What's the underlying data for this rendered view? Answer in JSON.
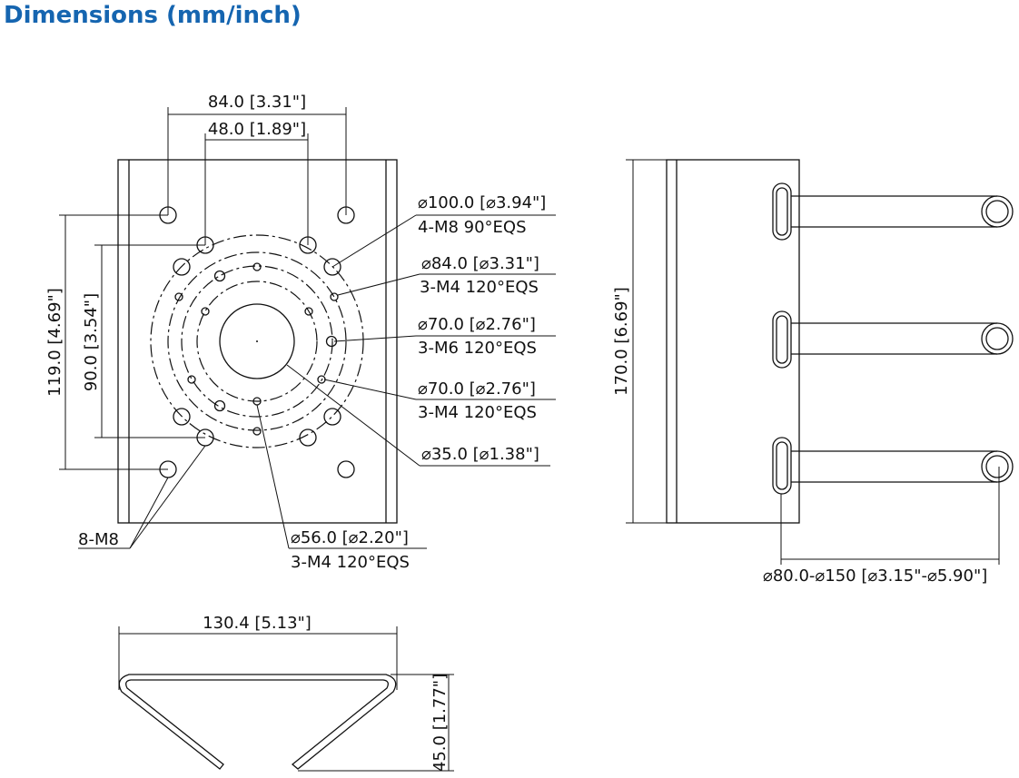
{
  "title": "Dimensions (mm/inch)",
  "colors": {
    "title": "#1565b0",
    "lines": "#111111"
  },
  "front_view": {
    "width_outer": "84.0 [3.31\"]",
    "width_inner": "48.0 [1.89\"]",
    "height_outer": "119.0 [4.69\"]",
    "height_inner": "90.0 [3.54\"]",
    "labels": [
      {
        "line1": "⌀100.0 [⌀3.94\"]",
        "line2": "4-M8 90°EQS"
      },
      {
        "line1": "⌀84.0 [⌀3.31\"]",
        "line2": "3-M4 120°EQS"
      },
      {
        "line1": "⌀70.0 [⌀2.76\"]",
        "line2": "3-M6 120°EQS"
      },
      {
        "line1": "⌀70.0 [⌀2.76\"]",
        "line2": "3-M4 120°EQS"
      },
      {
        "line1": "⌀35.0 [⌀1.38\"]"
      }
    ],
    "m8_label": "8-M8",
    "bottom_label": {
      "line1": "⌀56.0 [⌀2.20\"]",
      "line2": "3-M4 120°EQS"
    }
  },
  "side_view": {
    "height": "170.0 [6.69\"]",
    "pole_range": "⌀80.0-⌀150 [⌀3.15\"-⌀5.90\"]"
  },
  "bottom_view": {
    "width": "130.4 [5.13\"]",
    "depth": "45.0 [1.77\"]"
  }
}
